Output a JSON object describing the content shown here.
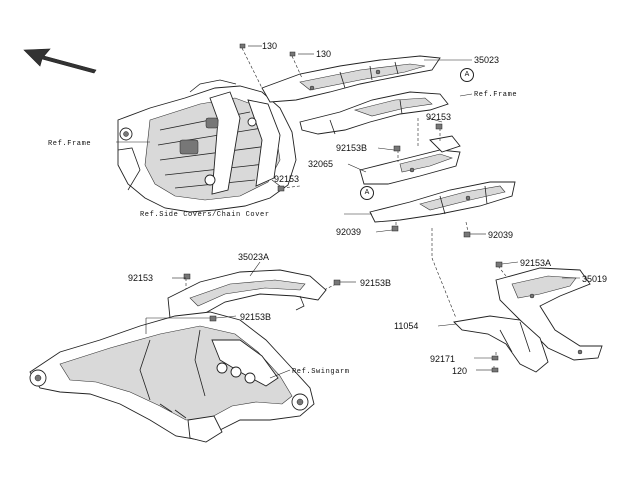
{
  "diagram": {
    "direction_arrow": "front-arrow-icon",
    "part_numbers": {
      "p130a": "130",
      "p130b": "130",
      "p35023": "35023",
      "p92153_top": "92153",
      "p92153B_mid": "92153B",
      "p32065": "32065",
      "p92153_left": "92153",
      "p92039_left": "92039",
      "p92039_right": "92039",
      "p35023A": "35023A",
      "p92153_low": "92153",
      "p92153B_right": "92153B",
      "p92153B_low": "92153B",
      "p92153A": "92153A",
      "p35019": "35019",
      "p11054": "11054",
      "p92171": "92171",
      "p120": "120"
    },
    "references": {
      "frame_right": "Ref.Frame",
      "frame_left": "Ref.Frame",
      "side_covers": "Ref.Side Covers/Chain Cover",
      "swingarm": "Ref.Swingarm"
    },
    "callouts": {
      "a_top": "A",
      "a_mid": "A"
    }
  }
}
